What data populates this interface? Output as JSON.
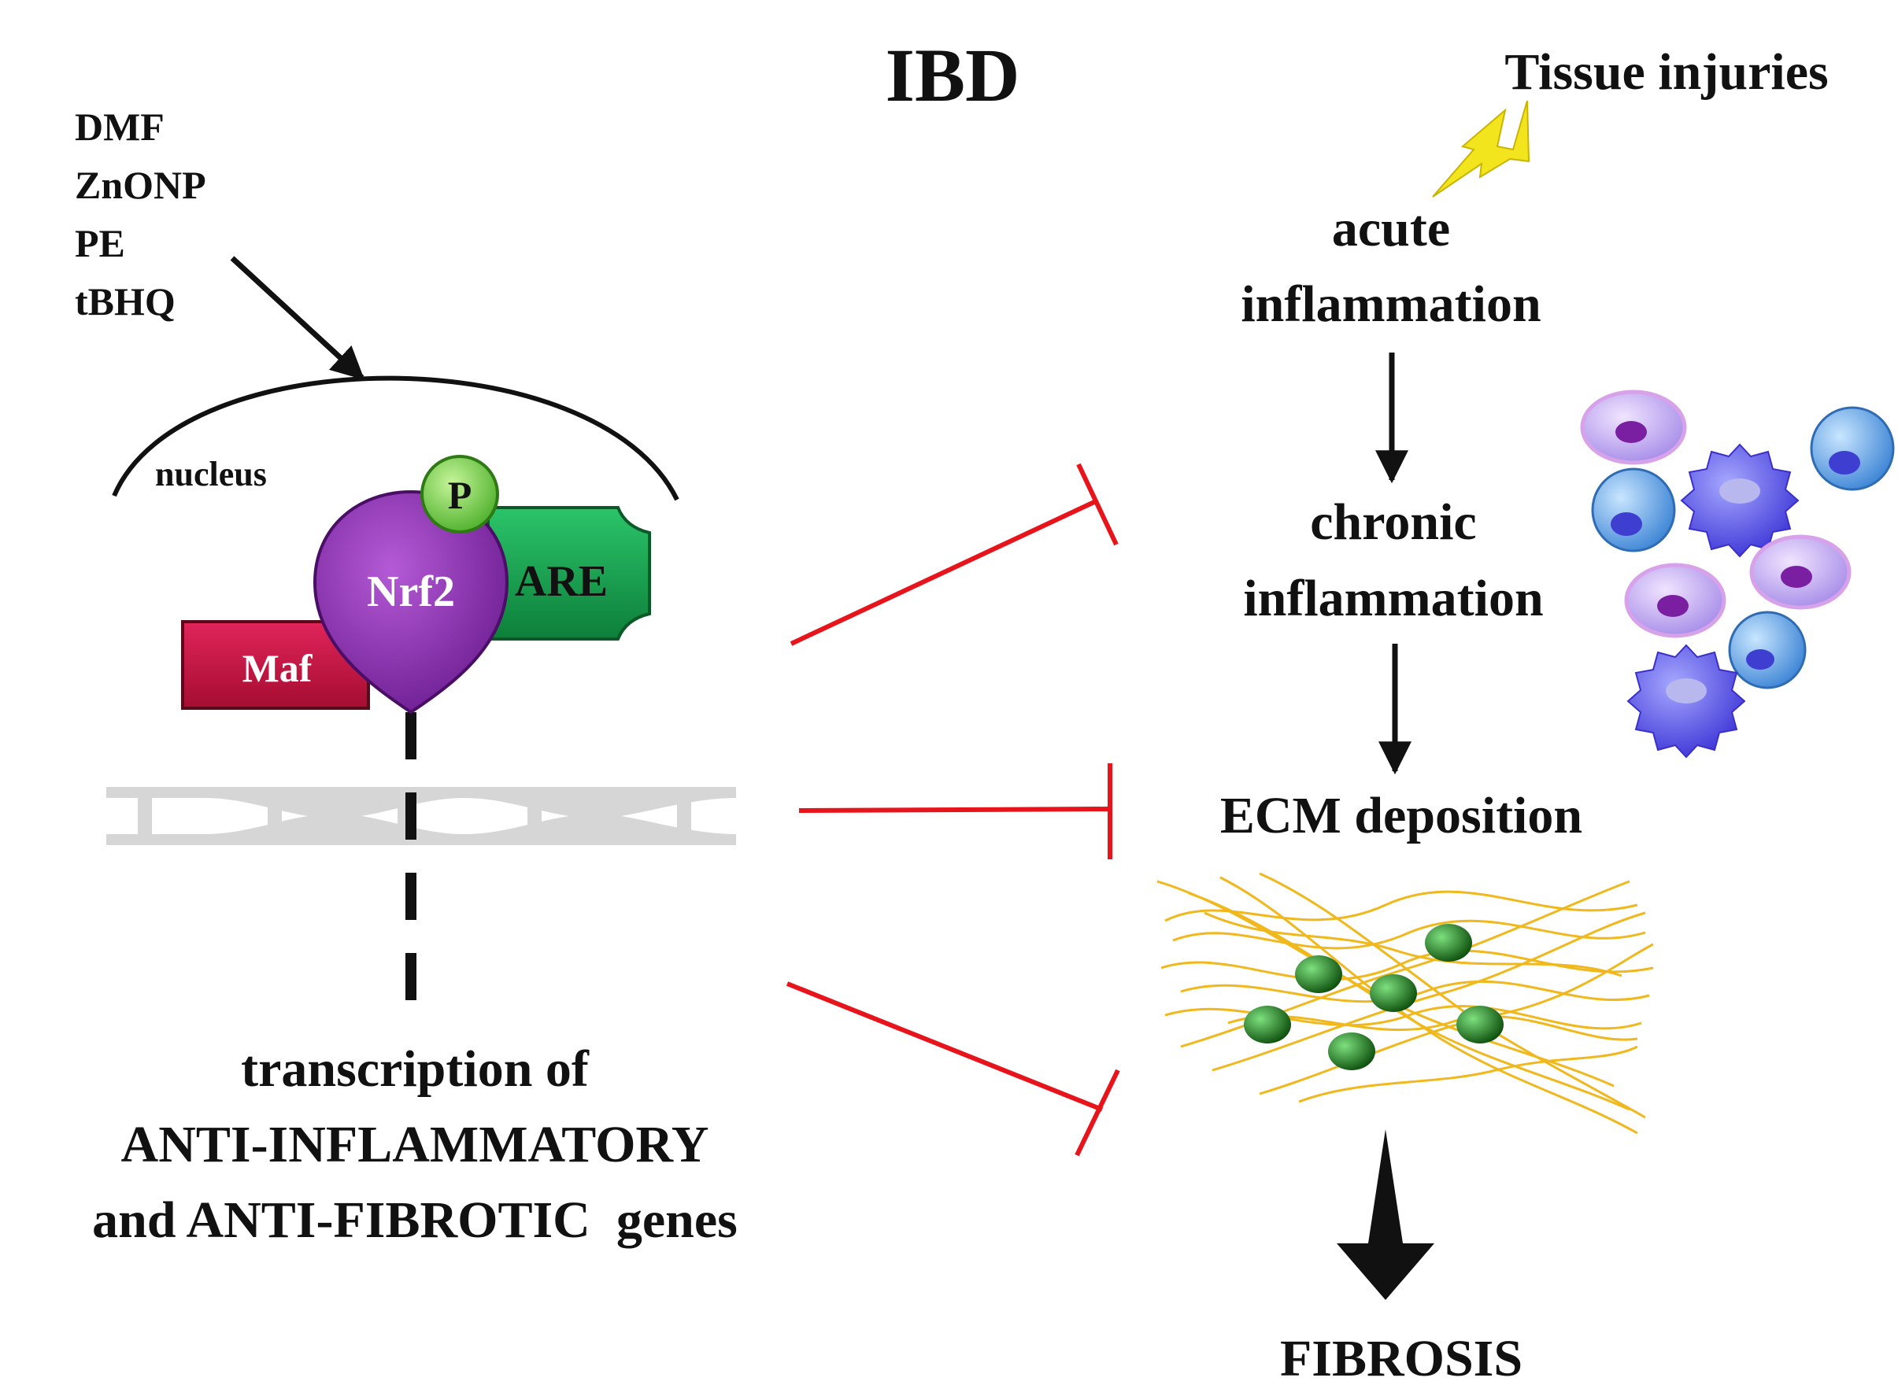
{
  "title": "IBD",
  "compounds": [
    "DMF",
    "ZnONP",
    "PE",
    "tBHQ"
  ],
  "nucleus_label": "nucleus",
  "proteins": {
    "nrf2": "Nrf2",
    "phospho": "P",
    "are": "ARE",
    "maf": "Maf"
  },
  "transcription": {
    "line1": "transcription of",
    "line2": "ANTI-INFLAMMATORY",
    "line3": "and ANTI-FIBROTIC  genes"
  },
  "pathway": {
    "trigger": "Tissue injuries",
    "acute_line1": "acute",
    "acute_line2": "inflammation",
    "chronic_line1": "chronic",
    "chronic_line2": "inflammation",
    "ecm": "ECM deposition",
    "outcome": "FIBROSIS"
  },
  "colors": {
    "inhibition": "#e8141c",
    "nrf2": "#8a2fae",
    "phospho": "#7ed957",
    "are": "#12a04a",
    "maf": "#c8103e",
    "dna": "#d6d6d6",
    "lightning": "#f2e51e",
    "fiber": "#f0b81c",
    "fibro_nucleus": "#1f7a1f"
  }
}
